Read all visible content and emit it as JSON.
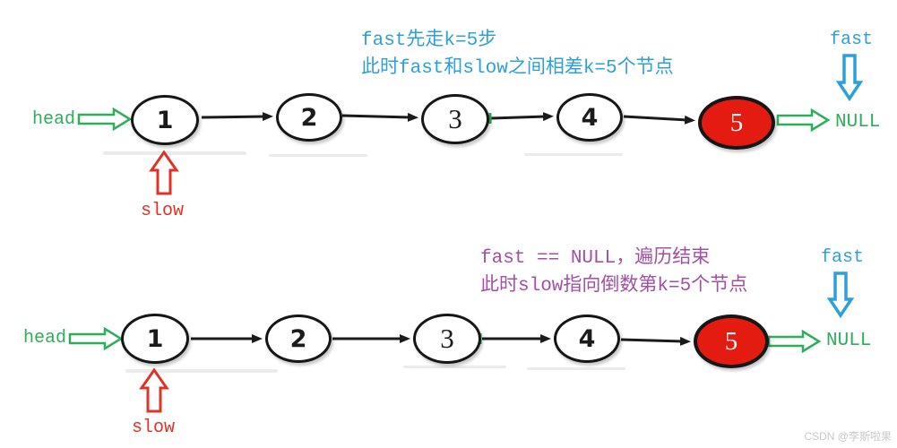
{
  "diagram_subject": "linked-list fast/slow pointer walkthrough (find k-th node from end, k=5)",
  "colors": {
    "annotation_blue": "#2da0d8",
    "annotation_purple": "#a24fa4",
    "pointer_green": "#2cae5a",
    "pointer_red": "#e03328",
    "pointer_blue": "#2da0d8",
    "node_highlight_red": "#e41b10",
    "edge_black": "#1b1b1b",
    "watermark_gray": "#c9c9c9"
  },
  "step1": {
    "annotation": {
      "line1": "fast先走k=5步",
      "line2": "此时fast和slow之间相差k=5个节点"
    },
    "head_label": "head",
    "slow_label": "slow",
    "fast_label": "fast",
    "null_label": "NULL",
    "nodes": [
      "1",
      "2",
      "3",
      "4",
      "5"
    ],
    "highlighted_node": "5"
  },
  "step2": {
    "annotation": {
      "line1": "fast == NULL，遍历结束",
      "line2": "此时slow指向倒数第k=5个节点"
    },
    "head_label": "head",
    "slow_label": "slow",
    "fast_label": "fast",
    "null_label": "NULL",
    "nodes": [
      "1",
      "2",
      "3",
      "4",
      "5"
    ],
    "highlighted_node": "5"
  },
  "watermark": "CSDN @李斯啦果"
}
